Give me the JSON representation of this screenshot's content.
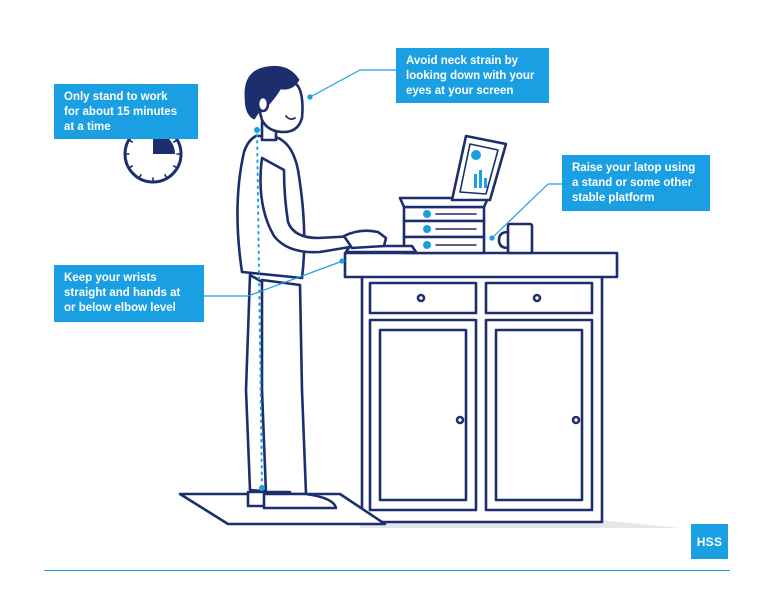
{
  "callouts": {
    "neck": {
      "lines": [
        "Avoid neck strain by",
        "looking down with your",
        "eyes at your screen"
      ]
    },
    "stand_time": {
      "lines": [
        "Only stand to work",
        "for about 15 minutes",
        "at a time"
      ]
    },
    "laptop": {
      "lines": [
        "Raise your latop using",
        "a stand or some other",
        "stable platform"
      ]
    },
    "wrists": {
      "lines": [
        "Keep your wrists",
        "straight and hands at",
        "or below elbow level"
      ]
    }
  },
  "clock": {
    "filled_fraction": 0.25
  },
  "logo": {
    "text": "HSS"
  },
  "colors": {
    "accent": "#1aa0e2",
    "navy": "#1d2e6e",
    "white": "#ffffff"
  }
}
